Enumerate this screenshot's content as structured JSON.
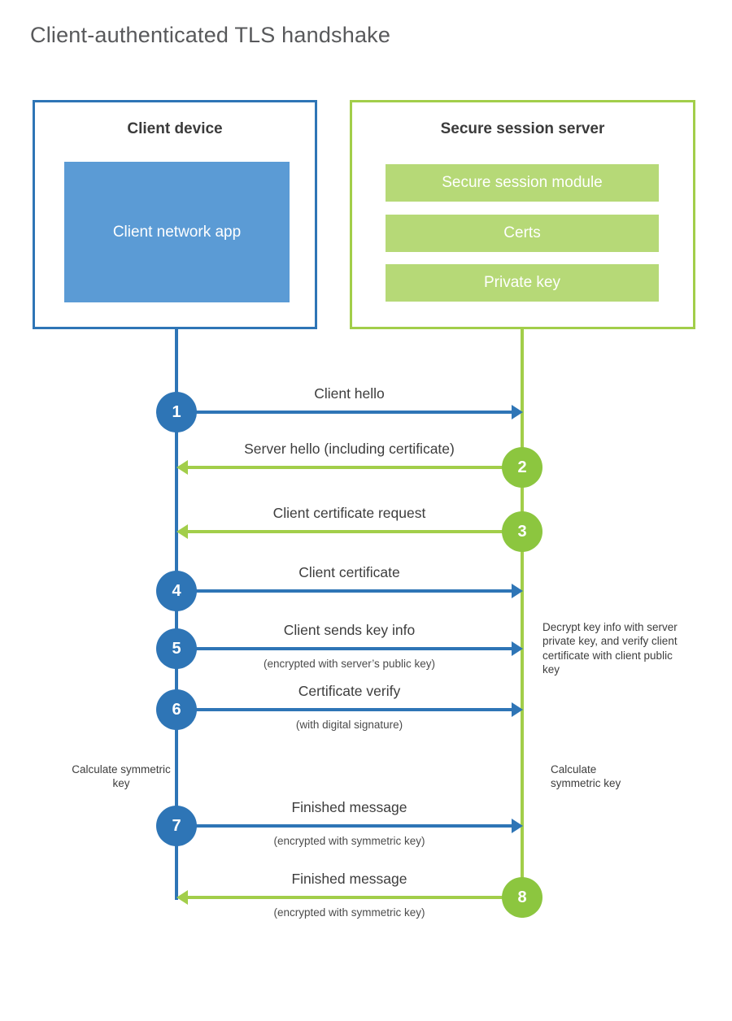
{
  "title": "Client-authenticated TLS handshake",
  "client_box": {
    "title": "Client device",
    "app_label": "Client network app"
  },
  "server_box": {
    "title": "Secure session server",
    "modules": [
      "Secure session module",
      "Certs",
      "Private key"
    ]
  },
  "steps": [
    {
      "num": "1",
      "from": "client",
      "label": "Client hello",
      "sublabel": ""
    },
    {
      "num": "2",
      "from": "server",
      "label": "Server hello (including certificate)",
      "sublabel": ""
    },
    {
      "num": "3",
      "from": "server",
      "label": "Client certificate request",
      "sublabel": ""
    },
    {
      "num": "4",
      "from": "client",
      "label": "Client certificate",
      "sublabel": ""
    },
    {
      "num": "5",
      "from": "client",
      "label": "Client sends key info",
      "sublabel": "(encrypted with server’s public key)"
    },
    {
      "num": "6",
      "from": "client",
      "label": "Certificate verify",
      "sublabel": "(with digital signature)"
    },
    {
      "num": "7",
      "from": "client",
      "label": "Finished message",
      "sublabel": "(encrypted with symmetric key)"
    },
    {
      "num": "8",
      "from": "server",
      "label": "Finished message",
      "sublabel": "(encrypted with symmetric key)"
    }
  ],
  "notes": {
    "decrypt": "Decrypt key info with server private key, and verify client certificate with client public key",
    "calc_left": "Calculate symmetric key",
    "calc_right": "Calculate symmetric key"
  },
  "colors": {
    "blue": "#2e75b6",
    "blue-fill": "#5b9bd5",
    "green-line": "#a2ce4a",
    "green-circle": "#8cc63f",
    "green-fill": "#b6d977",
    "text-dark": "#3d3d3d",
    "title-gray": "#58595b"
  }
}
